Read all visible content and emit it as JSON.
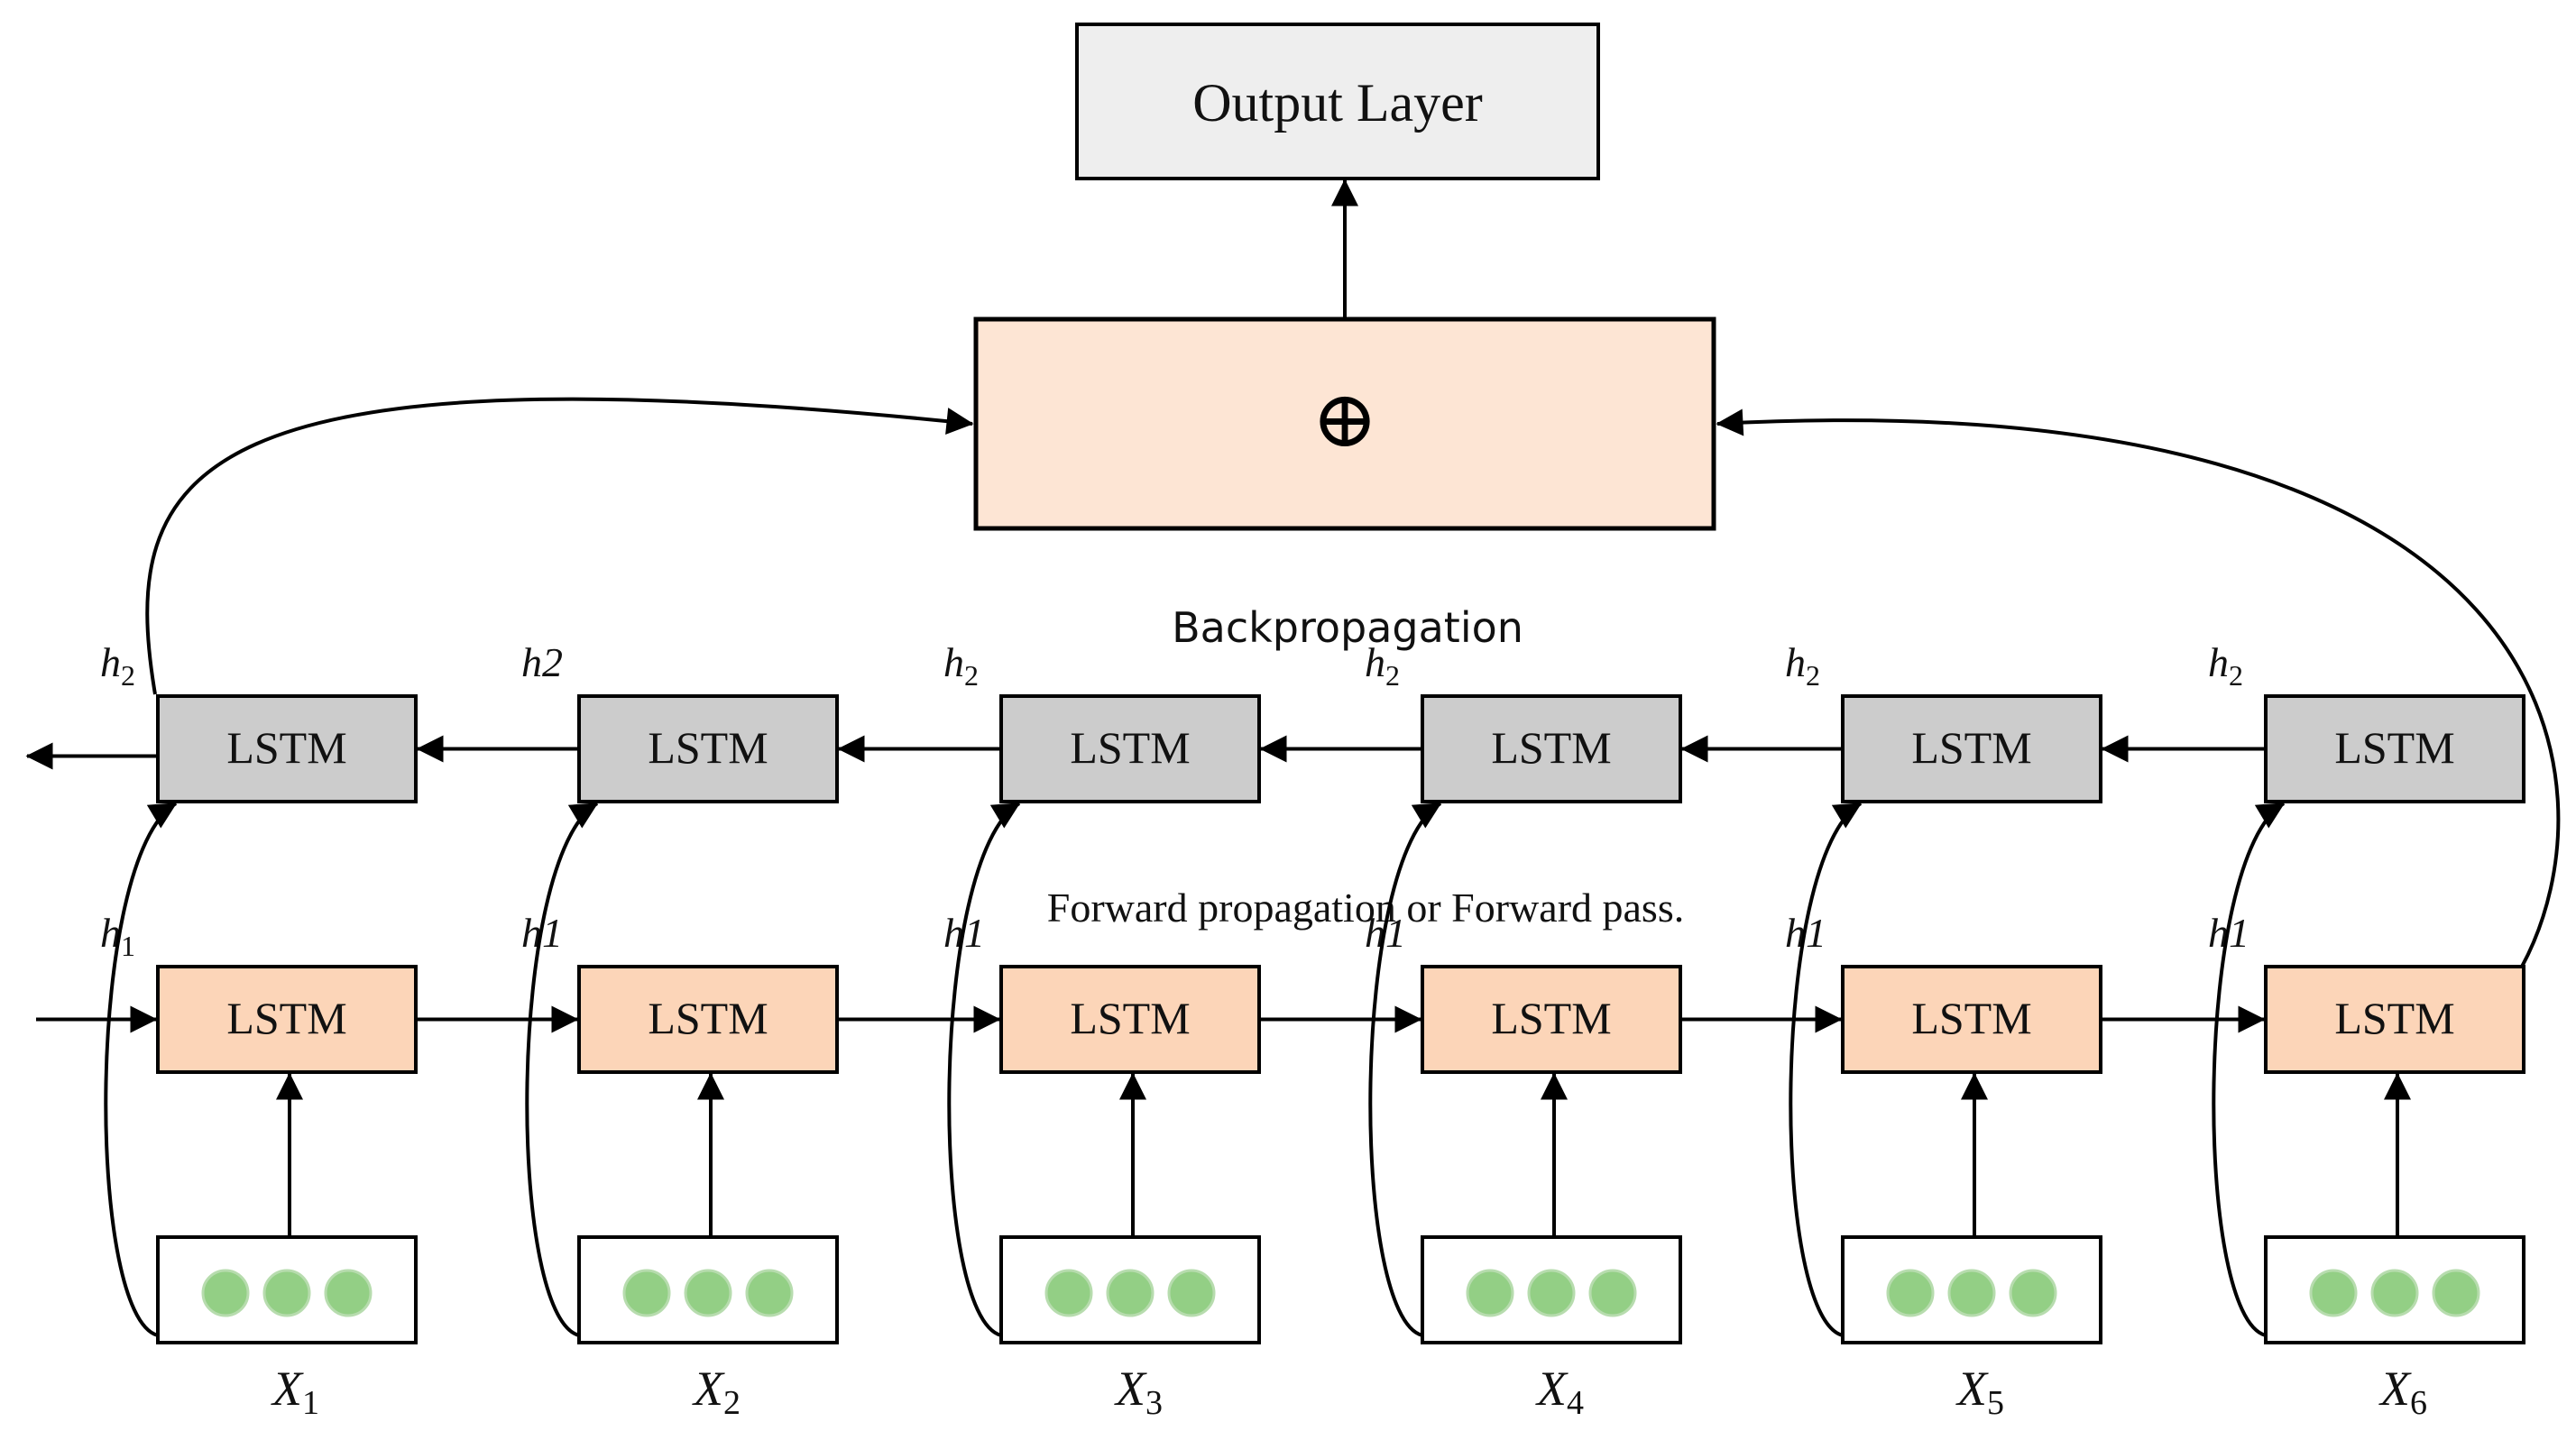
{
  "output_layer": {
    "label": "Output Layer"
  },
  "combine": {
    "symbol": "⊕"
  },
  "captions": {
    "backward": "Backpropagation",
    "forward": "Forward propagation or Forward pass."
  },
  "colors": {
    "lstm_forward_fill": "#fcd5b8",
    "lstm_backward_fill": "#cccccc",
    "combine_fill": "#fde5d4",
    "output_fill": "#eeeeee",
    "input_dot": "#93cf85"
  },
  "steps": [
    {
      "input": {
        "name": "X",
        "sub": "1"
      },
      "forward": {
        "label": "LSTM",
        "h_name": "h",
        "h_sub": "1"
      },
      "backward": {
        "label": "LSTM",
        "h_name": "h",
        "h_sub": "2"
      }
    },
    {
      "input": {
        "name": "X",
        "sub": "2"
      },
      "forward": {
        "label": "LSTM",
        "h_name": "h1",
        "h_sub": ""
      },
      "backward": {
        "label": "LSTM",
        "h_name": "h2",
        "h_sub": ""
      }
    },
    {
      "input": {
        "name": "X",
        "sub": "3"
      },
      "forward": {
        "label": "LSTM",
        "h_name": "h1",
        "h_sub": ""
      },
      "backward": {
        "label": "LSTM",
        "h_name": "h",
        "h_sub": "2"
      }
    },
    {
      "input": {
        "name": "X",
        "sub": "4"
      },
      "forward": {
        "label": "LSTM",
        "h_name": "h1",
        "h_sub": ""
      },
      "backward": {
        "label": "LSTM",
        "h_name": "h",
        "h_sub": "2"
      }
    },
    {
      "input": {
        "name": "X",
        "sub": "5"
      },
      "forward": {
        "label": "LSTM",
        "h_name": "h1",
        "h_sub": ""
      },
      "backward": {
        "label": "LSTM",
        "h_name": "h",
        "h_sub": "2"
      }
    },
    {
      "input": {
        "name": "X",
        "sub": "6"
      },
      "forward": {
        "label": "LSTM",
        "h_name": "h1",
        "h_sub": ""
      },
      "backward": {
        "label": "LSTM",
        "h_name": "h",
        "h_sub": "2"
      }
    }
  ]
}
